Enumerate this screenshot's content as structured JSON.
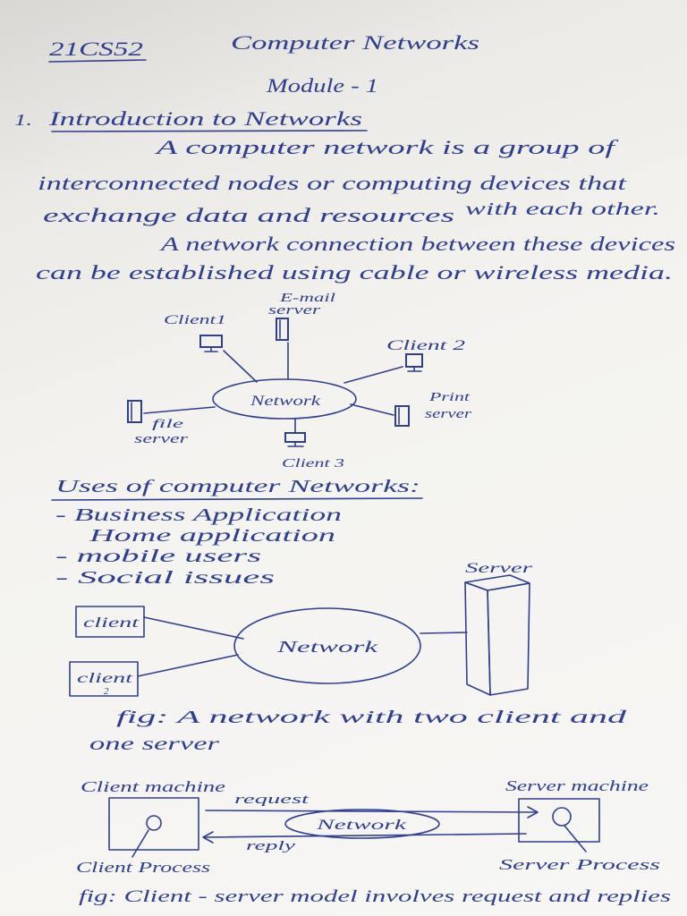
{
  "header": {
    "course_code": "21CS52",
    "title": "Computer Networks",
    "module": "Module - 1"
  },
  "section": {
    "number": "1.",
    "heading": "Introduction to Networks"
  },
  "paragraph": {
    "lines": [
      "A computer network is a group of",
      "interconnected nodes or computing devices that",
      "exchange data and resources",
      "with each other.",
      "A network connection between these devices",
      "can be established using cable or wireless media."
    ]
  },
  "diagram_star": {
    "center": "Network",
    "client1": "Client1",
    "email_server_line1": "E-mail",
    "email_server_line2": "server",
    "client2": "Client 2",
    "print_server_line1": "Print",
    "print_server_line2": "server",
    "file_server_line1": "file",
    "file_server_line2": "server",
    "client3": "Client 3",
    "icons": [
      "monitor-icon",
      "server-tower-icon"
    ]
  },
  "uses": {
    "heading": "Uses of computer Networks:",
    "items": [
      "- Business Application",
      "Home application",
      "- mobile users",
      "- Social issues"
    ]
  },
  "diagram_client_server": {
    "server": "Server",
    "client_a": "client",
    "client_b": "client",
    "client_b_index": "2",
    "network": "Network",
    "caption_line1": "fig: A network with two client and",
    "caption_line2": "one server"
  },
  "diagram_model": {
    "client_machine": "Client machine",
    "server_machine": "Server machine",
    "request": "request",
    "reply": "reply",
    "network": "Network",
    "client_process": "Client Process",
    "server_process": "Server Process",
    "caption": "fig: Client - server model involves request and replies"
  },
  "colors": {
    "ink": "#2f3f8f",
    "paper": "#f4f3f0"
  }
}
